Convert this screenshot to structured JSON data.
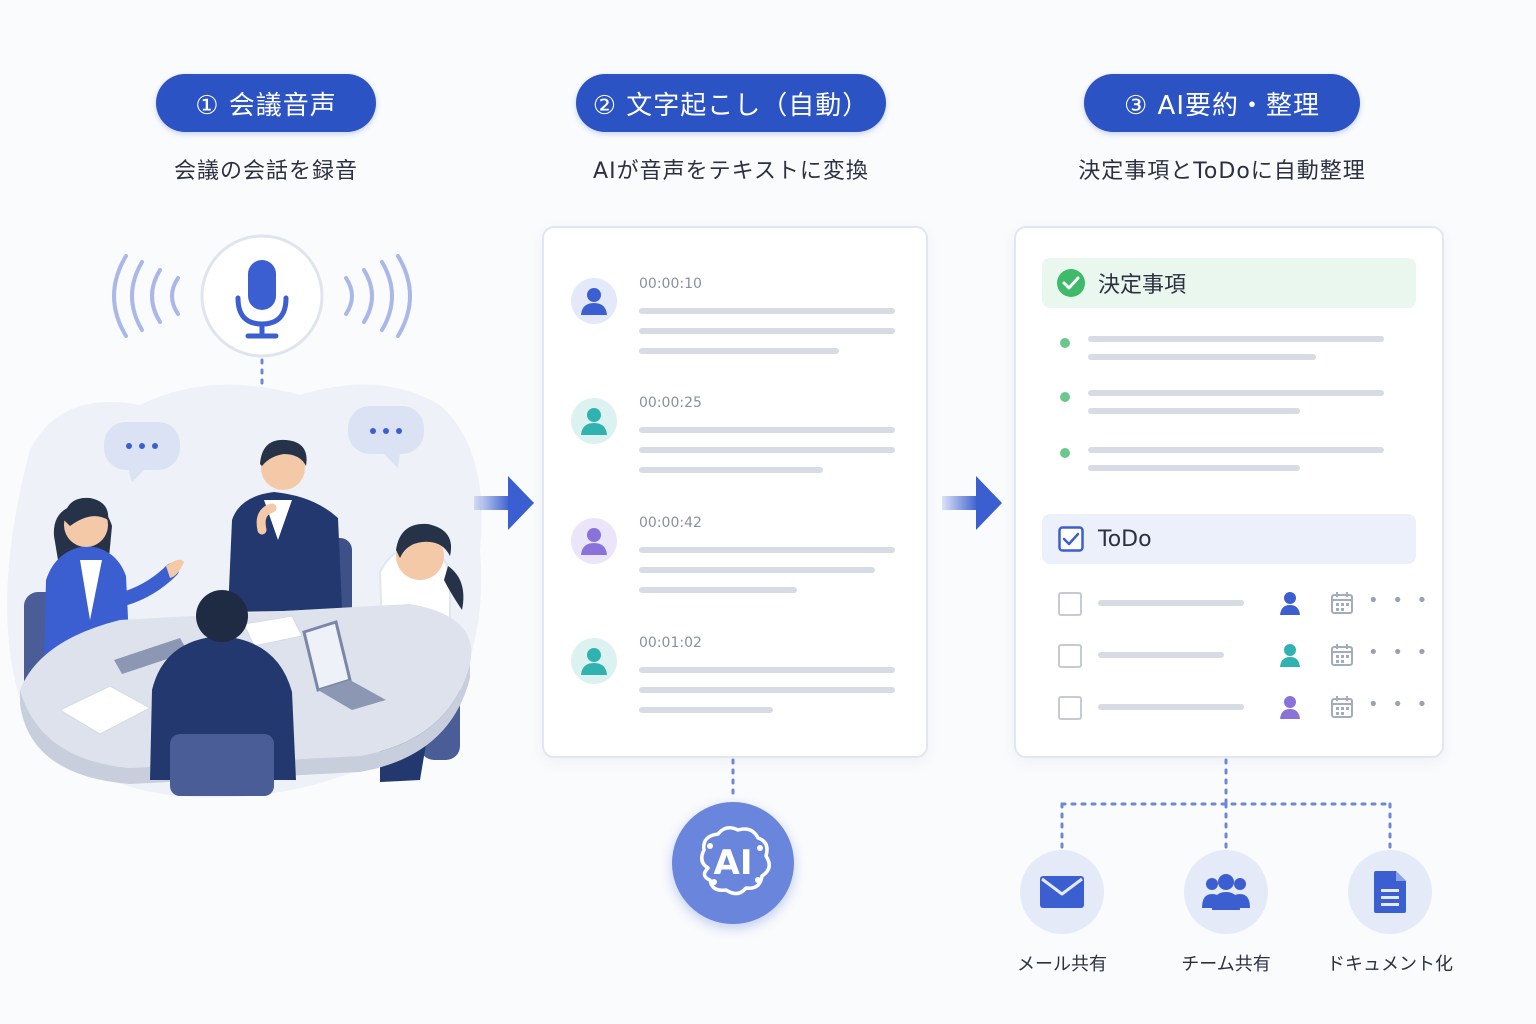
{
  "steps": [
    {
      "label": "① 会議音声",
      "caption": "会議の会話を録音"
    },
    {
      "label": "② 文字起こし（自動）",
      "caption": "AIが音声をテキストに変換"
    },
    {
      "label": "③ AI要約・整理",
      "caption": "決定事項とToDoに自動整理"
    }
  ],
  "transcript": {
    "entries": [
      {
        "time": "00:00:10",
        "avatar_color": "#3b5fd0"
      },
      {
        "time": "00:00:25",
        "avatar_color": "#2fb2b0"
      },
      {
        "time": "00:00:42",
        "avatar_color": "#8a72db"
      },
      {
        "time": "00:01:02",
        "avatar_color": "#2fb2b0"
      }
    ],
    "ai_badge": "AI"
  },
  "summary": {
    "decisions_title": "決定事項",
    "todo_title": "ToDo",
    "todo_avatar_colors": [
      "#3b5fd0",
      "#2fb2b0",
      "#8a72db"
    ]
  },
  "share": [
    {
      "label": "メール共有",
      "icon": "mail-icon"
    },
    {
      "label": "チーム共有",
      "icon": "team-icon"
    },
    {
      "label": "ドキュメント化",
      "icon": "document-icon"
    }
  ],
  "colors": {
    "accent": "#2b53c4",
    "decision_bg": "#e9f7ee",
    "todo_bg": "#ebf0fb",
    "check_green": "#3fb96a"
  }
}
